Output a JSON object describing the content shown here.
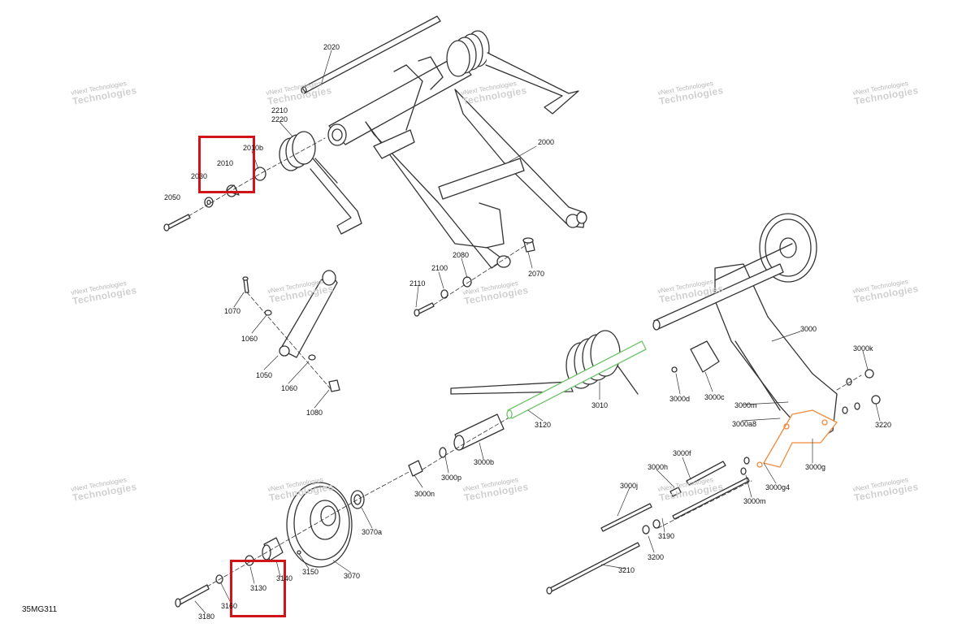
{
  "diagram_code": "35MG311",
  "watermark": {
    "line1": "vNext",
    "line2": "Technologies",
    "full": "vNext Technologies"
  },
  "colors": {
    "highlight": "#d0141a",
    "green_part": "#6fc36a",
    "orange_part": "#f08a3c",
    "line": "#333333"
  },
  "labels": {
    "p2020": "2020",
    "p2210": "2210",
    "p2220": "2220",
    "p2010b": "2010b",
    "p2010": "2010",
    "p2030": "2030",
    "p2050": "2050",
    "p2000": "2000",
    "p2080": "2080",
    "p2100": "2100",
    "p2110": "2110",
    "p2070": "2070",
    "p1070": "1070",
    "p1060a": "1060",
    "p1050": "1050",
    "p1060b": "1060",
    "p1080": "1080",
    "p3000": "3000",
    "p3000k": "3000k",
    "p3000d": "3000d",
    "p3000c": "3000c",
    "p3010": "3010",
    "p3000m_a": "3000m",
    "p3000a8": "3000a8",
    "p3220": "3220",
    "p3120": "3120",
    "p3000b": "3000b",
    "p3000p": "3000p",
    "p3000n": "3000n",
    "p3000g": "3000g",
    "p3000f": "3000f",
    "p3000h": "3000h",
    "p3000j": "3000j",
    "p3000g4": "3000g4",
    "p3000m_b": "3000m",
    "p3070a": "3070a",
    "p3190": "3190",
    "p3200": "3200",
    "p3210": "3210",
    "p3150": "3150",
    "p3070": "3070",
    "p3140": "3140",
    "p3130": "3130",
    "p3160": "3160",
    "p3180": "3180"
  }
}
